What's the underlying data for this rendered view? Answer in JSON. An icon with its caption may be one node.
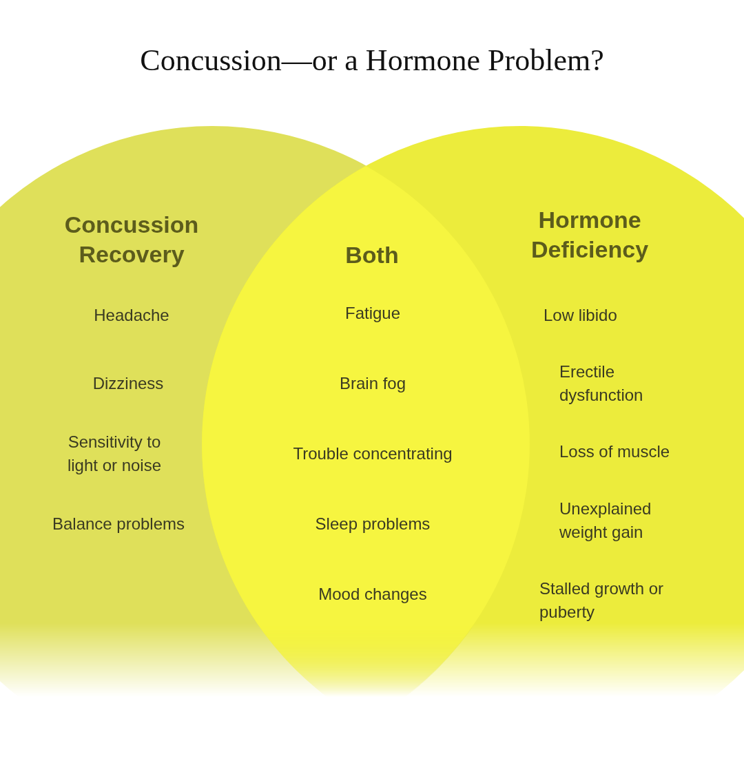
{
  "diagram": {
    "title": "Concussion—or a Hormone Problem?",
    "nodes": [
      {
        "text": [
          "Concussion Recovery",
          "Headache",
          "Dizziness",
          "Sensitivity to light or noise",
          "Balance problems"
        ]
      },
      {
        "text": [
          "Hormone Deficiency",
          "Low libido",
          "Erectile dysfunction",
          "Loss of muscle",
          "Unexplained weight gain",
          "Stalled growth or puberty"
        ]
      },
      {
        "text": [
          "Both",
          "Fatigue",
          "Brain fog",
          "Trouble concentrating",
          "Sleep problems",
          "Mood changes"
        ]
      }
    ]
  }
}
